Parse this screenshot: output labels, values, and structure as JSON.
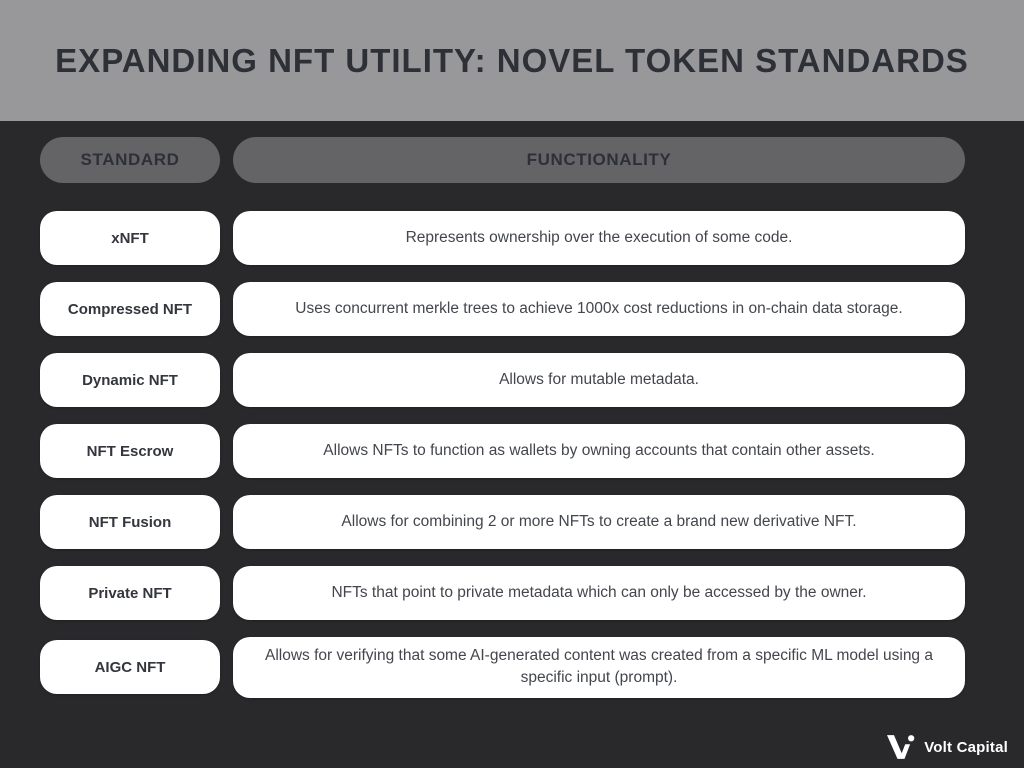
{
  "header": {
    "title": "EXPANDING NFT UTILITY: NOVEL TOKEN STANDARDS"
  },
  "table": {
    "columns": [
      {
        "label": "STANDARD"
      },
      {
        "label": "FUNCTIONALITY"
      }
    ],
    "rows": [
      {
        "standard": "xNFT",
        "functionality": "Represents ownership over the execution of some code."
      },
      {
        "standard": "Compressed NFT",
        "functionality": "Uses concurrent merkle trees to achieve 1000x cost reductions in on-chain data storage."
      },
      {
        "standard": "Dynamic NFT",
        "functionality": "Allows for mutable metadata."
      },
      {
        "standard": "NFT Escrow",
        "functionality": "Allows NFTs to function as wallets by owning accounts that contain other assets."
      },
      {
        "standard": "NFT Fusion",
        "functionality": "Allows for combining 2 or more NFTs to create a brand new derivative NFT."
      },
      {
        "standard": "Private NFT",
        "functionality": "NFTs that point to private metadata which can only be accessed by the owner."
      },
      {
        "standard": "AIGC NFT",
        "functionality": "Allows for verifying that some AI-generated content was created from a specific ML model using a specific input (prompt)."
      }
    ]
  },
  "footer": {
    "brand": "Volt Capital",
    "logo_icon": "volt-v-logo"
  },
  "colors": {
    "banner_bg": "#98989a",
    "page_bg": "#29292c",
    "header_pill_bg": "#646467",
    "row_pill_bg": "#ffffff",
    "title_text": "#2d3037",
    "body_text": "#43464d"
  }
}
